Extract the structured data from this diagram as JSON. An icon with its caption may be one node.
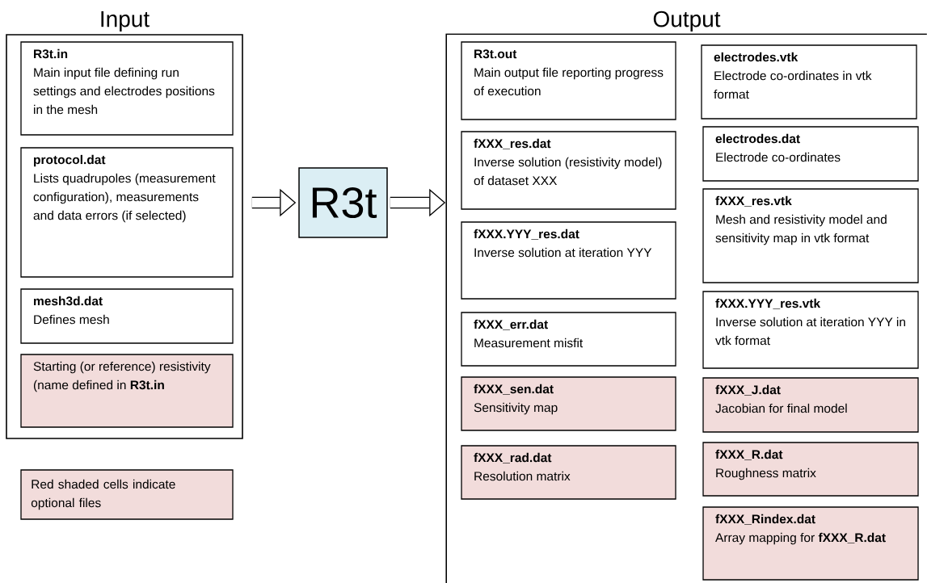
{
  "diagram": {
    "nodes": [
      {
        "text": [
          "Input"
        ]
      },
      {
        "text": [
          "R3t.in",
          "Main input file defining run settings and electrodes positions in the mesh"
        ],
        "in": 0
      },
      {
        "text": [
          "protocol.dat",
          "Lists quadrupoles (measurement configuration), measurements and data errors (if selected)"
        ],
        "in": 0
      },
      {
        "text": [
          "mesh3d.dat",
          "Defines mesh"
        ],
        "in": 0
      },
      {
        "text": [
          "Starting (or reference) resistivity (name defined in **R3t.in**"
        ],
        "in": 0
      },
      {
        "text": [
          "R3t"
        ]
      },
      {
        "text": [
          "Output"
        ]
      },
      {
        "text": [
          "R3t.out",
          "Main output file reporting progress of execution"
        ],
        "in": 6
      },
      {
        "text": [
          "fXXX_res.dat",
          "Inverse solution (resistivity model) of dataset XXX"
        ],
        "in": 6
      },
      {
        "text": [
          "fXXX.YYY_res.dat",
          "Inverse solution at iteration YYY"
        ],
        "in": 6
      },
      {
        "text": [
          "fXXX_err.dat",
          "Measurement misfit"
        ],
        "in": 6
      },
      {
        "text": [
          "fXXX_sen.dat",
          "Sensitivity map"
        ],
        "in": 6
      },
      {
        "text": [
          "fXXX_rad.dat",
          "Resolution matrix"
        ],
        "in": 6
      },
      {
        "text": [
          "electrodes.vtk",
          "Electrode co-ordinates in vtk format"
        ],
        "in": 6
      },
      {
        "text": [
          "electrodes.dat",
          "Electrode co-ordinates"
        ],
        "in": 6
      },
      {
        "text": [
          "fXXX_res.vtk",
          "Mesh and resistivity model and sensitivity map in vtk format"
        ],
        "in": 6
      },
      {
        "text": [
          "fXXX.YYY_res.vtk",
          "Inverse solution at iteration YYY in vtk format"
        ],
        "in": 6
      },
      {
        "text": [
          "fXXX_J.dat",
          "Jacobian for final model"
        ],
        "in": 6
      },
      {
        "text": [
          "fXXX_R.dat",
          "Roughness matrix"
        ],
        "in": 6
      },
      {
        "text": [
          "fXXX_Rindex.dat",
          "Array mapping for **fXXX_R.dat**"
        ],
        "in": 6
      }
    ],
    "edges": [
      {
        "from": 0,
        "to": 5,
        "arrow": "to"
      },
      {
        "from": 5,
        "to": 6,
        "arrow": "to"
      }
    ],
    "legend": [
      {
        "text": "Red shaded cells indicate optional files",
        "color": "#f2dcdb"
      }
    ]
  }
}
